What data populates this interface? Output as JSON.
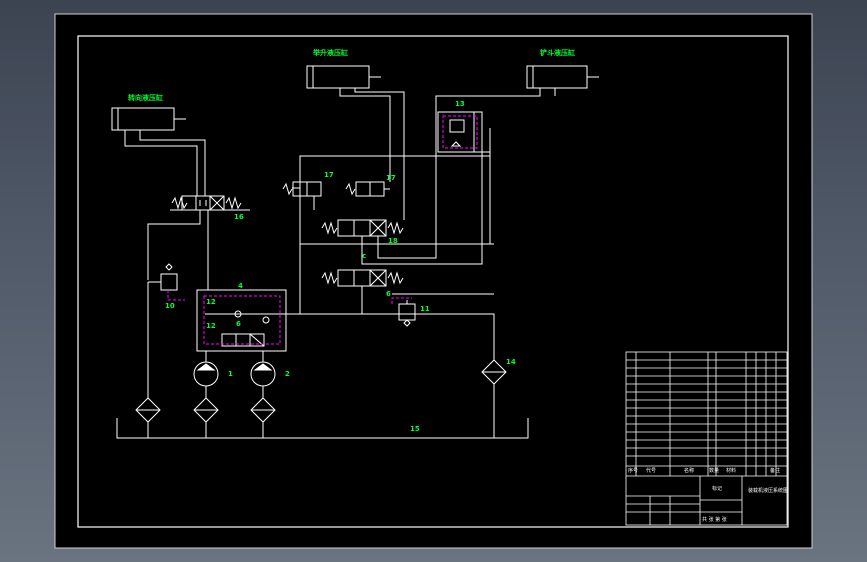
{
  "colors": {
    "background": "#000000",
    "line": "#ffffff",
    "label": "#00ff33",
    "dashed": "#ff00ff"
  },
  "titles": {
    "steer": "转向液压缸",
    "lift": "举升液压缸",
    "bucket": "铲斗液压缸"
  },
  "labels": {
    "n1": "1",
    "n2": "2",
    "n4": "4",
    "n6": "6",
    "n10": "10",
    "n11": "11",
    "n12": "12",
    "n13": "13",
    "n14": "14",
    "n15": "15",
    "n16": "16",
    "n17a": "17",
    "n17b": "17",
    "n18": "18",
    "c": "c"
  },
  "titleblock": {
    "header_seq": "序号",
    "header_code": "代号",
    "header_name": "名称",
    "header_qty": "数量",
    "header_material": "材料",
    "header_remark": "备注",
    "drawing_title": "装载机液压系统图",
    "signature": "标记",
    "bottom_row": "共 张 第 张"
  }
}
